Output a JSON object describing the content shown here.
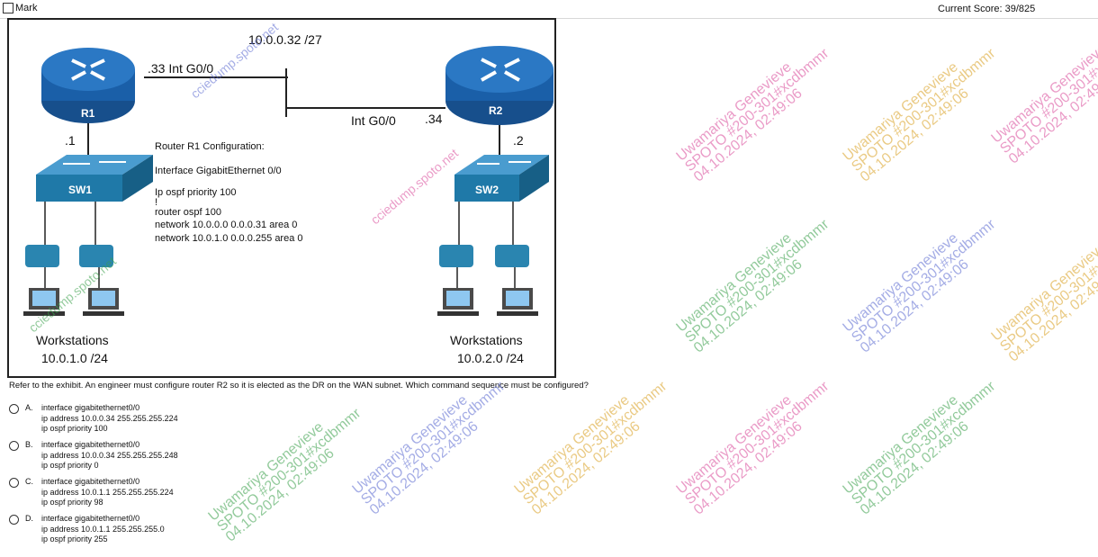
{
  "topbar": {
    "mark_label": "Mark",
    "score": "Current Score: 39/825"
  },
  "exhibit": {
    "wan_subnet": "10.0.0.32 /27",
    "r1_intf": ".33  Int G0/0",
    "r2_intf": "Int G0/0",
    "r2_host": ".34",
    "r1_name": "R1",
    "r2_name": "R2",
    "r1_link": ".1",
    "r2_link": ".2",
    "sw1_name": "SW1",
    "sw2_name": "SW2",
    "config_lines": [
      "Router R1 Configuration:",
      "Interface GigabitEthernet 0/0",
      "Ip ospf priority 100",
      "!",
      "router ospf 100",
      "  network 10.0.0.0 0.0.0.31 area 0",
      "  network 10.0.1.0 0.0.0.255 area 0"
    ],
    "ws1_title": "Workstations",
    "ws1_net": "10.0.1.0 /24",
    "ws2_title": "Workstations",
    "ws2_net": "10.0.2.0 /24"
  },
  "question": "Refer to the exhibit. An engineer must configure router R2 so it is elected as the DR on the WAN subnet. Which command sequence must be configured?",
  "options": [
    {
      "letter": "A.",
      "lines": [
        "interface gigabitethernet0/0",
        "ip address 10.0.0.34 255.255.255.224",
        "ip ospf priority 100"
      ]
    },
    {
      "letter": "B.",
      "lines": [
        "interface gigabitethernet0/0",
        "ip address 10.0.0.34 255.255.255.248",
        "ip ospf priority 0"
      ]
    },
    {
      "letter": "C.",
      "lines": [
        "interface gigabitethernet0/0",
        "ip address 10.0.1.1 255.255.255.224",
        "ip ospf priority 98"
      ]
    },
    {
      "letter": "D.",
      "lines": [
        "interface gigabitethernet0/0",
        "ip address 10.0.1.1 255.255.255.0",
        "ip ospf priority 255"
      ]
    }
  ],
  "watermark": {
    "lines": [
      "Uwamariya Genevieve",
      "SPOTO #200-301#xcdbmmr",
      "04.10.2024, 02:49:06"
    ],
    "overlay": "cciedump.spoto.net"
  },
  "colors": {
    "router": "#1a5fa8",
    "switch": "#1f79a8",
    "phone": "#2a85b0"
  }
}
